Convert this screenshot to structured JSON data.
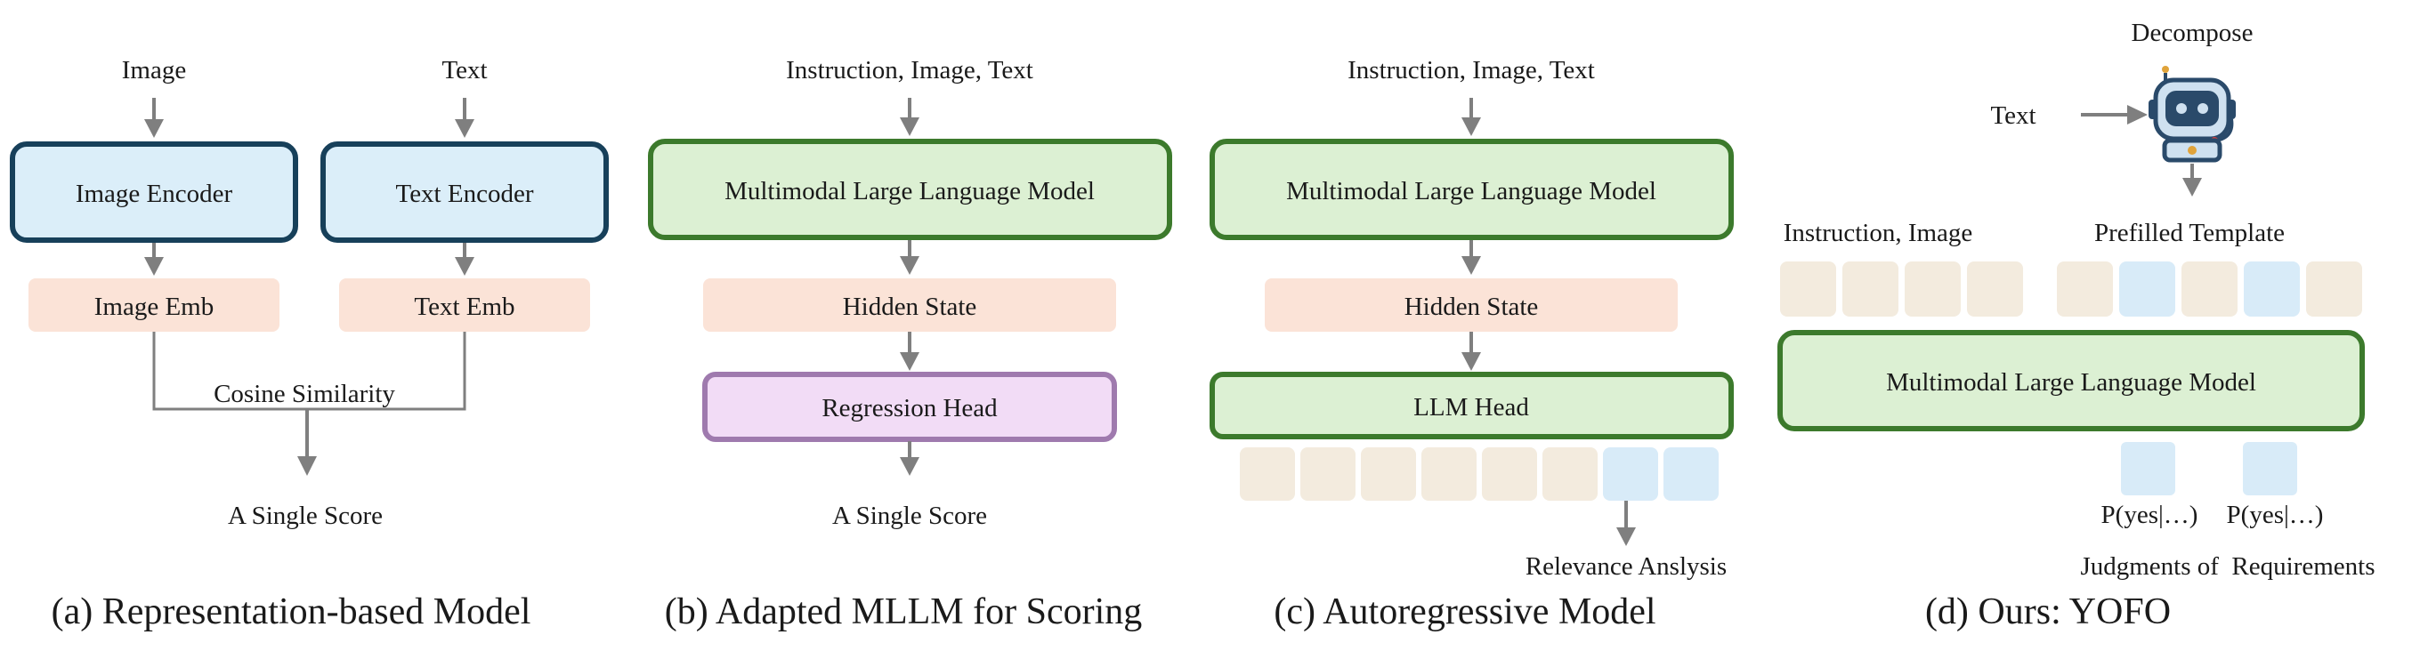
{
  "colors": {
    "arrow": "#7f7f7f",
    "encoder_fill": "#dbeef9",
    "encoder_stroke": "#17405a",
    "emb_fill": "#fbe3d7",
    "mllm_fill": "#dcf0d3",
    "mllm_stroke": "#3c7a2c",
    "reg_fill": "#f2dcf6",
    "reg_stroke": "#9f7aae",
    "token_beige": "#f3ebde",
    "token_blue": "#d8ebf8"
  },
  "panel_a": {
    "input_image": "Image",
    "input_text": "Text",
    "image_encoder": "Image Encoder",
    "text_encoder": "Text Encoder",
    "image_emb": "Image Emb",
    "text_emb": "Text Emb",
    "similarity": "Cosine Similarity",
    "output": "A Single Score",
    "caption": "(a) Representation-based Model"
  },
  "panel_b": {
    "input": "Instruction, Image, Text",
    "mllm": "Multimodal Large Language Model",
    "hidden": "Hidden State",
    "head": "Regression Head",
    "output": "A Single Score",
    "caption": "(b) Adapted MLLM for Scoring"
  },
  "panel_c": {
    "input": "Instruction, Image, Text",
    "mllm": "Multimodal Large Language Model",
    "hidden": "Hidden State",
    "head": "LLM Head",
    "output": "Relevance Anslysis",
    "caption": "(c) Autoregressive Model",
    "tokens": [
      "beige",
      "beige",
      "beige",
      "beige",
      "beige",
      "beige",
      "blue",
      "blue"
    ]
  },
  "panel_d": {
    "decompose": "Decompose",
    "text_in": "Text",
    "robot_icon": "robot-icon",
    "instruction_image": "Instruction, Image",
    "template": "Prefilled Template",
    "mllm": "Multimodal Large Language Model",
    "prob1": "P(yes|…)",
    "prob2": "P(yes|…)",
    "judgments": "Judgments of  Requirements",
    "caption": "(d) Ours: YOFO",
    "tokens_left": [
      "beige",
      "beige",
      "beige",
      "beige"
    ],
    "tokens_right": [
      "beige",
      "blue",
      "beige",
      "blue",
      "beige"
    ]
  }
}
